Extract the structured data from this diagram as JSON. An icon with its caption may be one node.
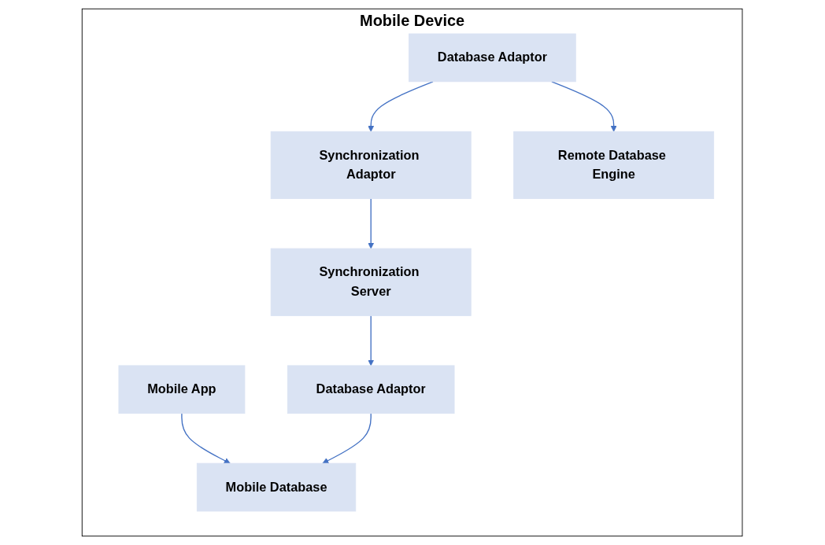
{
  "diagram": {
    "nodes": [
      {
        "text": [
          "Mobile Device"
        ]
      },
      {
        "text": [
          "Mobile App"
        ],
        "in": 0
      },
      {
        "text": [
          "Mobile Database"
        ],
        "in": 0
      },
      {
        "text": [
          "Database Adaptor"
        ],
        "in": 0
      },
      {
        "text": [
          "Synchronization Server"
        ],
        "in": 0
      },
      {
        "text": [
          "Database Adaptor"
        ],
        "in": 0
      },
      {
        "text": [
          "Synchronization Adaptor"
        ],
        "in": 0
      },
      {
        "text": [
          "Remote Database Engine"
        ],
        "in": 0
      }
    ],
    "edges": [
      {
        "from": 1,
        "to": 2,
        "arrow": "to"
      },
      {
        "from": 3,
        "to": 2,
        "arrow": "to"
      },
      {
        "from": 4,
        "to": 3,
        "arrow": "to"
      },
      {
        "from": 6,
        "to": 4,
        "arrow": "to"
      },
      {
        "from": 5,
        "to": 6,
        "arrow": "to"
      },
      {
        "from": 5,
        "to": 7,
        "arrow": "to"
      }
    ]
  }
}
